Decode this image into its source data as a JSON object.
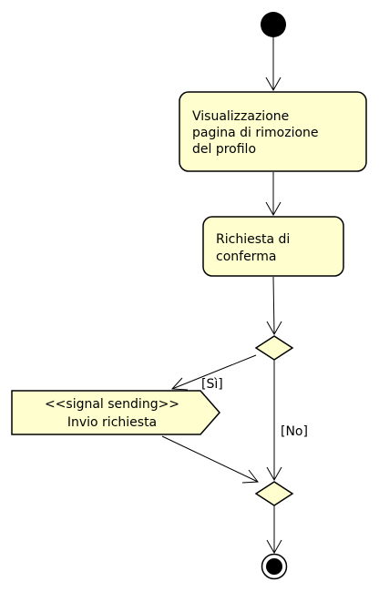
{
  "colors": {
    "node_fill": "#FEFECE",
    "stroke": "#000000",
    "background": "#FFFFFF"
  },
  "nodes": {
    "display_page": {
      "line1": "Visualizzazione",
      "line2": "pagina di rimozione",
      "line3": "del profilo"
    },
    "confirm_request": {
      "line1": "Richiesta di",
      "line2": "conferma"
    },
    "send_request": {
      "stereotype": "<<signal sending>>",
      "label": "Invio richiesta"
    }
  },
  "guards": {
    "yes": "[Sì]",
    "no": "[No]"
  }
}
